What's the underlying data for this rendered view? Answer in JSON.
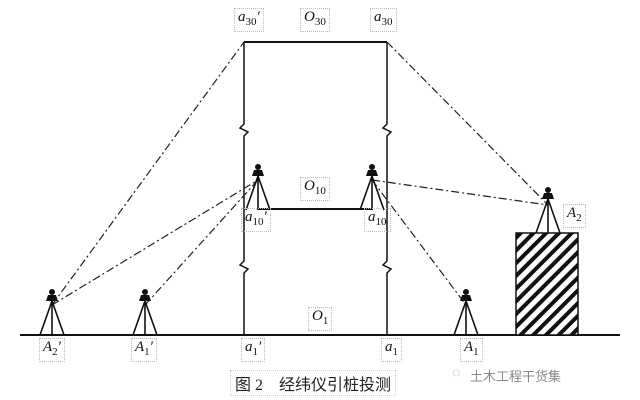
{
  "labels": {
    "a30p": {
      "base": "a",
      "sub": "30",
      "prime": "′"
    },
    "o30": {
      "base": "O",
      "sub": "30",
      "prime": ""
    },
    "a30": {
      "base": "a",
      "sub": "30",
      "prime": ""
    },
    "o10": {
      "base": "O",
      "sub": "10",
      "prime": ""
    },
    "a10p": {
      "base": "a",
      "sub": "10",
      "prime": "′"
    },
    "a10": {
      "base": "a",
      "sub": "10",
      "prime": ""
    },
    "A2": {
      "base": "A",
      "sub": "2",
      "prime": ""
    },
    "o1": {
      "base": "O",
      "sub": "1",
      "prime": ""
    },
    "A2p": {
      "base": "A",
      "sub": "2",
      "prime": "′"
    },
    "A1p": {
      "base": "A",
      "sub": "1",
      "prime": "′"
    },
    "a1p": {
      "base": "a",
      "sub": "1",
      "prime": "′"
    },
    "a1": {
      "base": "a",
      "sub": "1",
      "prime": ""
    },
    "A1": {
      "base": "A",
      "sub": "1",
      "prime": ""
    }
  },
  "caption": "图 2　经纬仪引桩投测",
  "watermark": "土木工程干货集"
}
